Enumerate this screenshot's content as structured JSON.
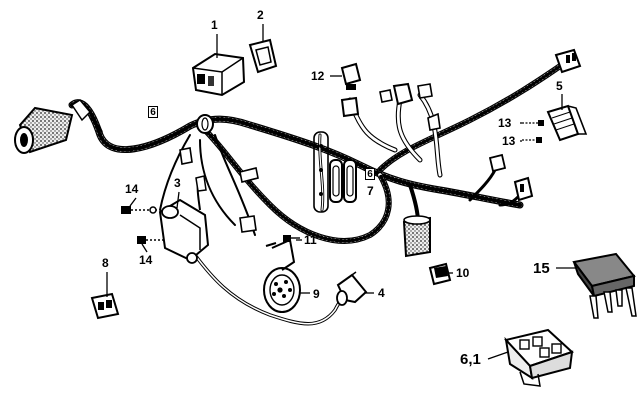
{
  "diagram": {
    "callouts": [
      {
        "id": "c1",
        "text": "1"
      },
      {
        "id": "c2",
        "text": "2"
      },
      {
        "id": "c3",
        "text": "3"
      },
      {
        "id": "c4",
        "text": "4"
      },
      {
        "id": "c5",
        "text": "5"
      },
      {
        "id": "c6box_a",
        "text": "6"
      },
      {
        "id": "c6box_b",
        "text": "6"
      },
      {
        "id": "c7",
        "text": "7"
      },
      {
        "id": "c8",
        "text": "8"
      },
      {
        "id": "c9",
        "text": "9"
      },
      {
        "id": "c10",
        "text": "10"
      },
      {
        "id": "c11",
        "text": "11"
      },
      {
        "id": "c12",
        "text": "12"
      },
      {
        "id": "c13a",
        "text": "13"
      },
      {
        "id": "c13b",
        "text": "13"
      },
      {
        "id": "c14a",
        "text": "14"
      },
      {
        "id": "c14b",
        "text": "14"
      },
      {
        "id": "c15",
        "text": "15"
      },
      {
        "id": "c61",
        "text": "6,1"
      }
    ]
  }
}
